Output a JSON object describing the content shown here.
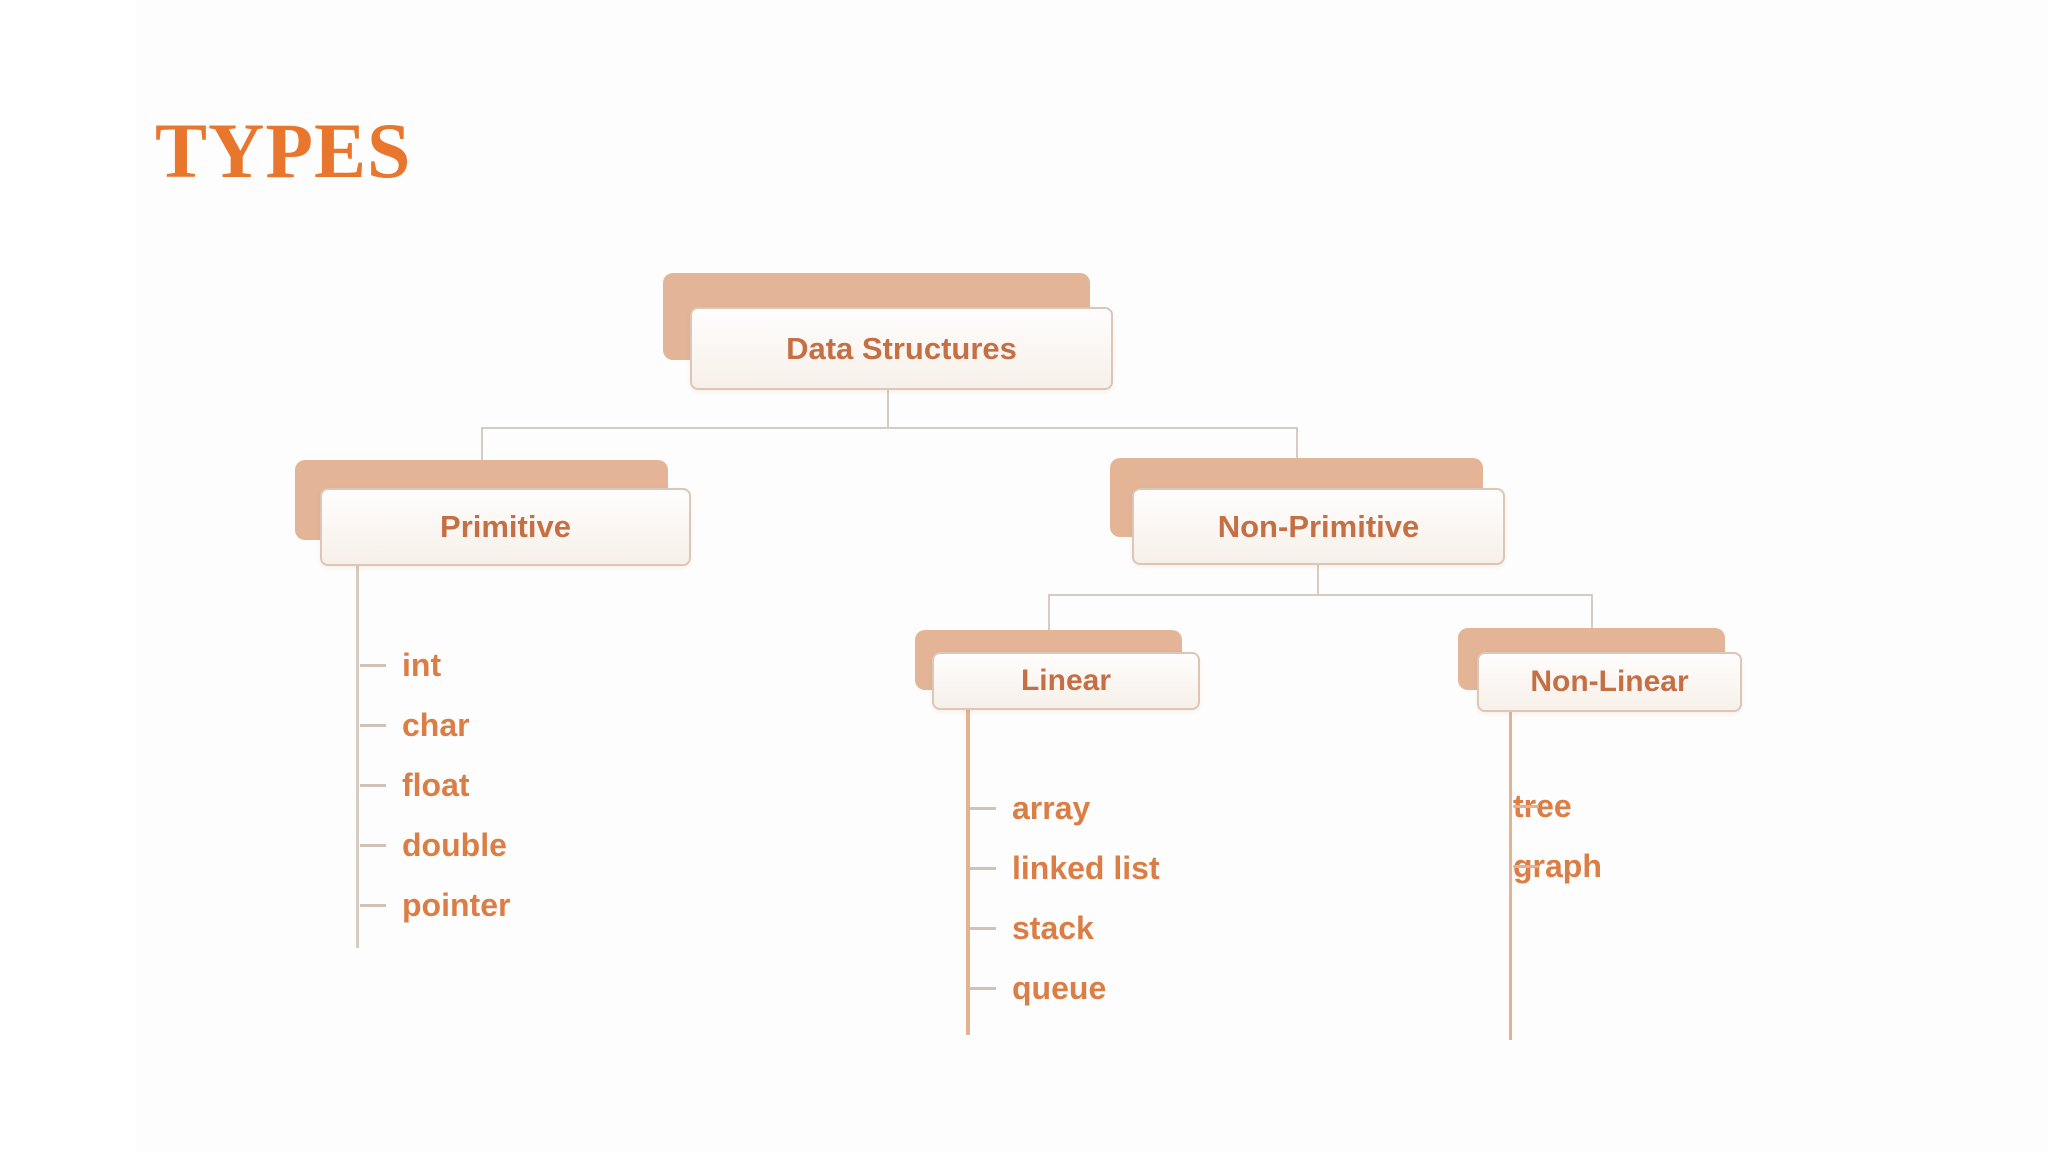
{
  "title": "TYPES",
  "colors": {
    "title_orange": "#e8762d",
    "node_shadow_tan": "#e3b495",
    "node_face_border": "#dcc6b6",
    "node_text": "#c56f45",
    "leaf_text": "#db7e45",
    "connector_gray": "#d6ccc2",
    "stem_orange": "#e5b28f"
  },
  "tree": {
    "root": {
      "label": "Data Structures",
      "children": [
        {
          "label": "Primitive",
          "leaves": [
            "int",
            "char",
            "float",
            "double",
            "pointer"
          ]
        },
        {
          "label": "Non-Primitive",
          "children": [
            {
              "label": "Linear",
              "leaves": [
                "array",
                "linked list",
                "stack",
                "queue"
              ]
            },
            {
              "label": "Non-Linear",
              "leaves": [
                "tree",
                "graph"
              ]
            }
          ]
        }
      ]
    }
  }
}
